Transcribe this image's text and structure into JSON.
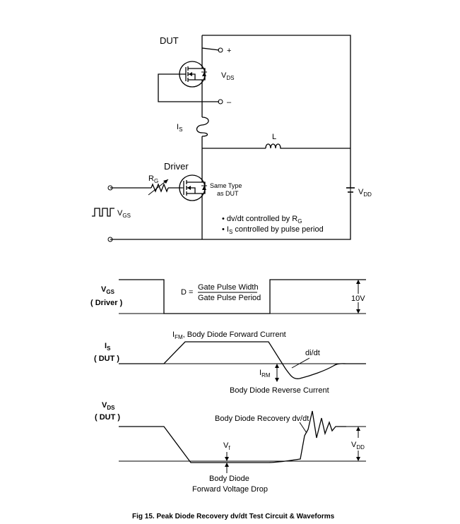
{
  "circuit": {
    "dut_label": "DUT",
    "plus_sign": "+",
    "minus_sign": "–",
    "vds_main": "V",
    "vds_sub": "DS",
    "is_main": "I",
    "is_sub": "S",
    "inductor_label": "L",
    "driver_label": "Driver",
    "rg_main": "R",
    "rg_sub": "G",
    "same_type_line1": "Same Type",
    "same_type_line2": "as DUT",
    "vdd_main": "V",
    "vdd_sub": "DD",
    "vgs_main": "V",
    "vgs_sub": "GS",
    "note1_main": "• dv/dt controlled by  R",
    "note1_sub": "G",
    "note2_pre": "• I",
    "note2_sub": "S",
    "note2_post": " controlled by pulse period"
  },
  "waveforms": {
    "vgs_row_label_main": "V",
    "vgs_row_label_sub": "GS",
    "vgs_row_label_line2": "( Driver )",
    "duty_prefix": "D =",
    "duty_numerator": "Gate Pulse Width",
    "duty_denominator": "Gate Pulse Period",
    "amplitude": "10V",
    "is_row_label_main": "I",
    "is_row_label_sub": "S",
    "is_row_label_line2": "( DUT )",
    "ifm_main": "I",
    "ifm_sub": "FM",
    "ifm_desc": ", Body Diode Forward Current",
    "didt": "di/dt",
    "irm_main": "I",
    "irm_sub": "RM",
    "reverse_current": "Body Diode Reverse Current",
    "vds_row_label_main": "V",
    "vds_row_label_sub": "DS",
    "vds_row_label_line2": "( DUT )",
    "recovery": "Body Diode Recovery dv/dt",
    "vdd_main": "V",
    "vdd_sub": "DD",
    "vf_main": "V",
    "vf_sub": "f",
    "body_diode_line1": "Body Diode",
    "body_diode_line2": "Forward Voltage Drop"
  },
  "caption": "Fig 15.  Peak Diode Recovery dv/dt Test Circuit  &  Waveforms"
}
